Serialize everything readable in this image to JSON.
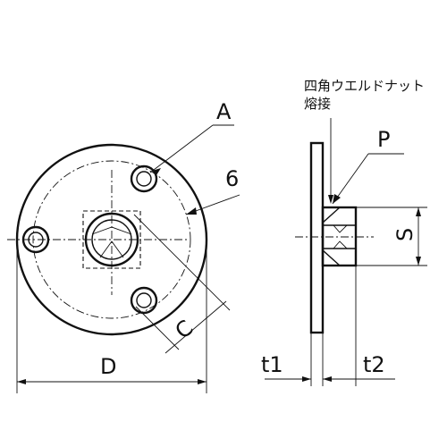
{
  "labels": {
    "A": "A",
    "six": "6",
    "C": "C",
    "D": "D",
    "P": "P",
    "S": "S",
    "t1": "t1",
    "t2": "t2"
  },
  "note": {
    "line1": "四角ウエルドナット",
    "line2": "熔接"
  }
}
